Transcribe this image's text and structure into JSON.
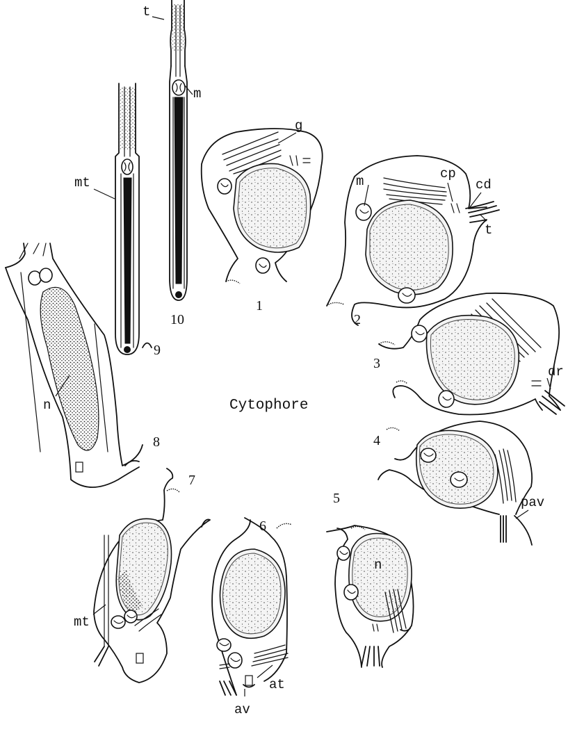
{
  "figure": {
    "center_label": "Cytophore",
    "stage_numbers": [
      "1",
      "2",
      "3",
      "4",
      "5",
      "6",
      "7",
      "8",
      "9",
      "10"
    ],
    "labels": {
      "t_top": "t",
      "m_top": "m",
      "mt_left": "mt",
      "g": "g",
      "m_cell2": "m",
      "cp": "cp",
      "cd": "cd",
      "t_cell2": "t",
      "dr": "dr",
      "n_cell8": "n",
      "pav": "pav",
      "n_cell5": "n",
      "mt_cell7": "mt",
      "at": "at",
      "av": "av"
    }
  }
}
